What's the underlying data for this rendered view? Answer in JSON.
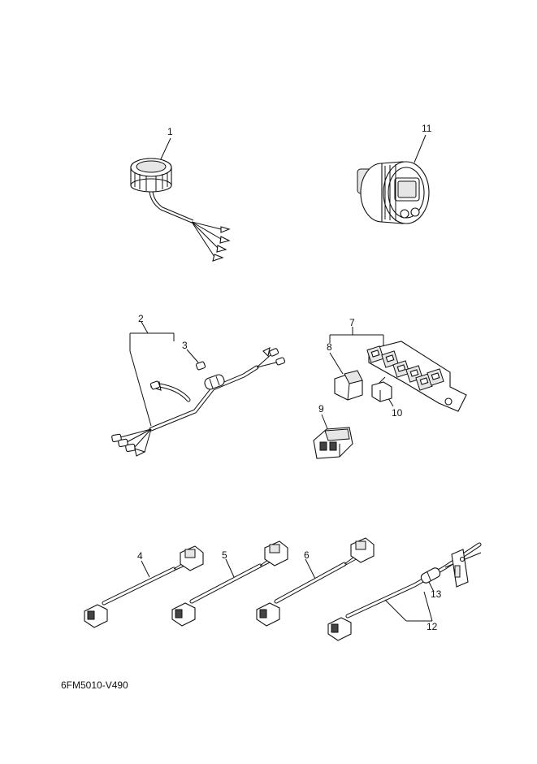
{
  "callouts": {
    "c1": "1",
    "c2": "2",
    "c3": "3",
    "c4": "4",
    "c5": "5",
    "c6": "6",
    "c7": "7",
    "c8": "8",
    "c9": "9",
    "c10": "10",
    "c11": "11",
    "c12": "12",
    "c13": "13"
  },
  "diagram_code": "6FM5010-V490"
}
